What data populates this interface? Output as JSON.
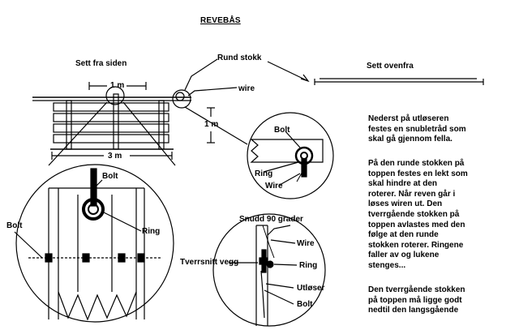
{
  "title": "REVEBÅS",
  "labels": {
    "side_view": "Sett fra siden",
    "top_view": "Sett ovenfra",
    "round_log": "Rund stokk",
    "wire_top": "wire",
    "dim_1m_horizontal": "1 m",
    "dim_1m_vertical": "1 m",
    "dim_3m": "3 m",
    "bolt_small": "Bolt",
    "ring_small": "Ring",
    "wire_small": "Wire",
    "bolt_large_top": "Bolt",
    "ring_large": "Ring",
    "bolt_large_left": "Bolt",
    "turned_90": "Snudd 90 grader",
    "wire_cross": "Wire",
    "ring_cross": "Ring",
    "cross_section_wall": "Tverrsnitt vegg",
    "trigger": "Utløser",
    "bolt_cross": "Bolt"
  },
  "description": {
    "para1": "Nederst på utløseren\nfestes en snubletråd som\nskal gå gjennom fella.",
    "para2": "På den runde stokken på\ntoppen festes en lekt som\nskal hindre at den\nroterer. Når reven går i\nløses wiren ut. Den\ntverrgående stokken på\ntoppen avlastes med den\nfølge at den runde\nstokken roterer. Ringene\nfaller av og lukene\nstenges...",
    "para3": "Den tverrgående stokken\npå toppen må ligge godt\nnedtil den langsgående"
  }
}
